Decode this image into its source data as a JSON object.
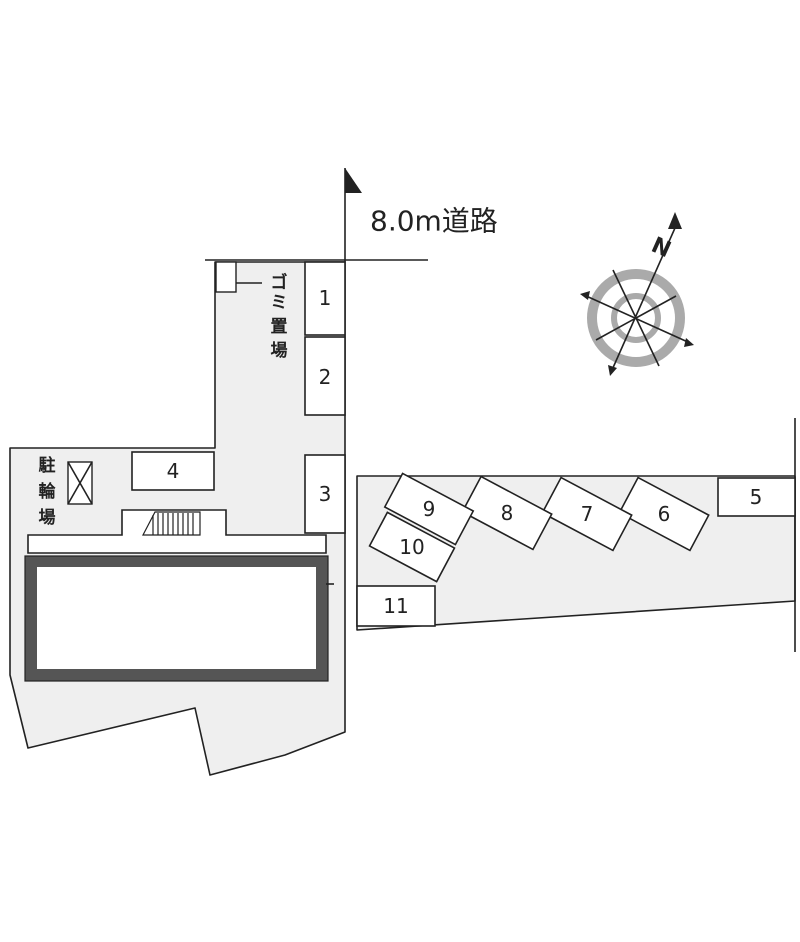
{
  "road": {
    "label": "8.0m道路"
  },
  "compass": {
    "north_label": "N"
  },
  "areas": {
    "garbage_label": [
      "ゴ",
      "ミ",
      "置",
      "場"
    ],
    "bicycle_label": [
      "駐",
      "輪",
      "場"
    ]
  },
  "parking_spaces": [
    {
      "id": "1",
      "label": "1"
    },
    {
      "id": "2",
      "label": "2"
    },
    {
      "id": "3",
      "label": "3"
    },
    {
      "id": "4",
      "label": "4"
    },
    {
      "id": "5",
      "label": "5"
    },
    {
      "id": "6",
      "label": "6"
    },
    {
      "id": "7",
      "label": "7"
    },
    {
      "id": "8",
      "label": "8"
    },
    {
      "id": "9",
      "label": "9"
    },
    {
      "id": "10",
      "label": "10"
    },
    {
      "id": "11",
      "label": "11"
    }
  ],
  "colors": {
    "lot_fill": "#efefef",
    "line": "#222222",
    "building_border": "#555555",
    "compass_ring": "#aaaaaa"
  }
}
